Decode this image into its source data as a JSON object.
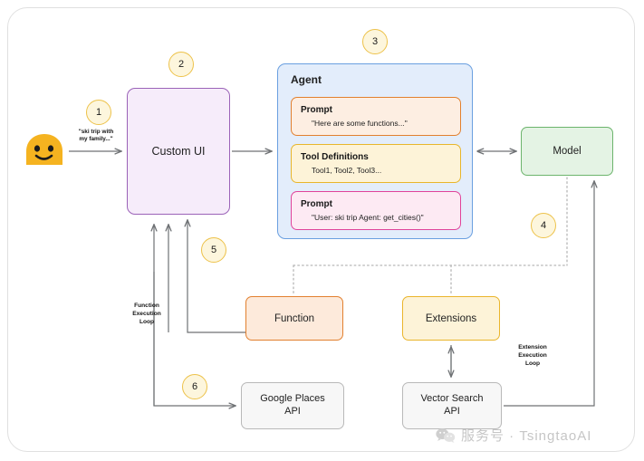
{
  "nodes": {
    "custom_ui": "Custom UI",
    "agent_title": "Agent",
    "prompt1_head": "Prompt",
    "prompt1_sub": "\"Here are some functions...\"",
    "tooldefs_head": "Tool Definitions",
    "tooldefs_sub": "Tool1, Tool2, Tool3...",
    "prompt2_head": "Prompt",
    "prompt2_sub": "\"User: ski trip Agent: get_cities()\"",
    "model": "Model",
    "function": "Function",
    "extensions": "Extensions",
    "google_places_api": "Google Places\nAPI",
    "vector_search_api": "Vector Search\nAPI"
  },
  "labels": {
    "user_quote": "\"ski trip with\nmy family...\"",
    "function_loop": "Function\nExecution\nLoop",
    "extension_loop": "Extension\nExecution\nLoop"
  },
  "badges": [
    "1",
    "2",
    "3",
    "4",
    "5",
    "6"
  ],
  "watermark": {
    "text": "服务号 · TsingtaoAI",
    "icon": "wechat-icon"
  },
  "colors": {
    "custom_ui_border": "#9b63b8",
    "agent_border": "#6a9fe0",
    "model_border": "#6cb46c",
    "function_border": "#e2802f",
    "extensions_border": "#eab52c",
    "prompt2_border": "#e0439a",
    "badge_border": "#edc24a",
    "wire": "#6f7275",
    "smiley": "#f5b320"
  }
}
